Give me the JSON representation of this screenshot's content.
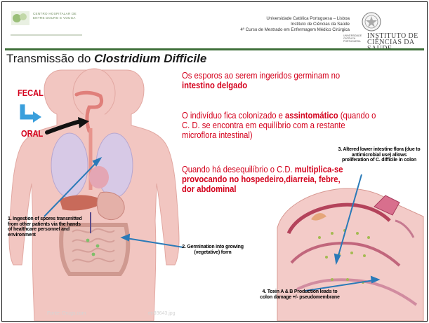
{
  "header": {
    "hospital_logo_name": "CENTRO HOSPITALAR DE ENTRE DOURO E VOUGA",
    "university_lines": [
      "Universidade Católica Portuguesa – Lisboa",
      "Instituto de Ciências da Saúde",
      "4º Curso de Mestrado em Enfermagem Médico Cirúrgica"
    ],
    "ics_logo_small": "UNIVERSIDADE CATÓLICA PORTUGUESA",
    "ics_logo_big": "INSTITUTO DE CIÊNCIAS DA SAÚDE"
  },
  "title": {
    "prefix": "Transmissão do ",
    "emphasis": "Clostridium Difficile"
  },
  "route": {
    "from": "FECAL",
    "to": "ORAL"
  },
  "paragraphs": {
    "p1_lead": "Os esporos ao serem ingeridos germinam no",
    "p1_bold": "intestino delgado",
    "p2_lead": "O indivíduo fica colonizado e ",
    "p2_bold": "assintomático",
    "p2_rest": " (quando o C. D. se encontra em equilíbrio com a restante microflora intestinal)",
    "p3_lead": "Quando há desequilíbrio o C.D. ",
    "p3_bold": "multiplica-se provocando no hospedeiro,diarreia, febre, dor abdominal"
  },
  "labels": {
    "ingestion": "1. Ingestion of spores transmitted from other patients via the hands of healthcare personnel and environment",
    "germination": "2. Germination into growing (vegetative) form",
    "altered_flora": "3. Altered lower intestine flora (due to antimicrobial use) allows proliferation of C. difficile in colon",
    "toxin": "4. Toxin A & B Production leads to colon damage +/- pseudomembrane"
  },
  "footer": {
    "source": "Fonte: Drugs.com",
    "image_id": "en93643.jpg"
  },
  "colors": {
    "accent_red": "#d4001c",
    "header_green": "#3f6f3a",
    "link_blue": "#2a7ab8",
    "body_skin": "#f1c7c2"
  }
}
